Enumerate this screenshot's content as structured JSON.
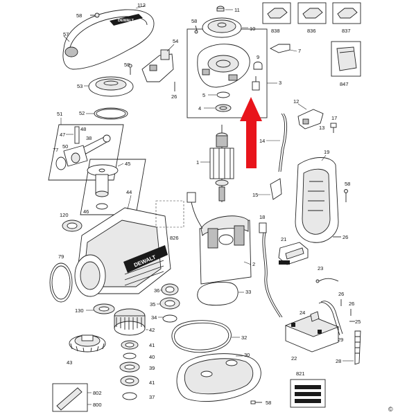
{
  "diagram": {
    "brand": "DEWALT",
    "copyright": "©",
    "callout_color": "#e8141b",
    "labels": {
      "112": "112",
      "58": "58",
      "57": "57",
      "54": "54",
      "53": "53",
      "26": "26",
      "11": "11",
      "10": "10",
      "9": "9",
      "7": "7",
      "3": "3",
      "5": "5",
      "4": "4",
      "838": "838",
      "836": "836",
      "837": "837",
      "847": "847",
      "51": "51",
      "52": "52",
      "47": "47",
      "48": "48",
      "38": "38",
      "50": "50",
      "77": "77",
      "45": "45",
      "46": "46",
      "44": "44",
      "12": "12",
      "17": "17",
      "13": "13",
      "14": "14",
      "19": "19",
      "1": "1",
      "15": "15",
      "120": "120",
      "826": "826",
      "18": "18",
      "21": "21",
      "79": "79",
      "2": "2",
      "23": "23",
      "36": "36",
      "35": "35",
      "33": "33",
      "130": "130",
      "34": "34",
      "42": "42",
      "32": "32",
      "24": "24",
      "25": "25",
      "29": "29",
      "43": "43",
      "40": "40",
      "39": "39",
      "30": "30",
      "22": "22",
      "28": "28",
      "41": "41",
      "37": "37",
      "802": "802",
      "800": "800",
      "821": "821"
    }
  }
}
